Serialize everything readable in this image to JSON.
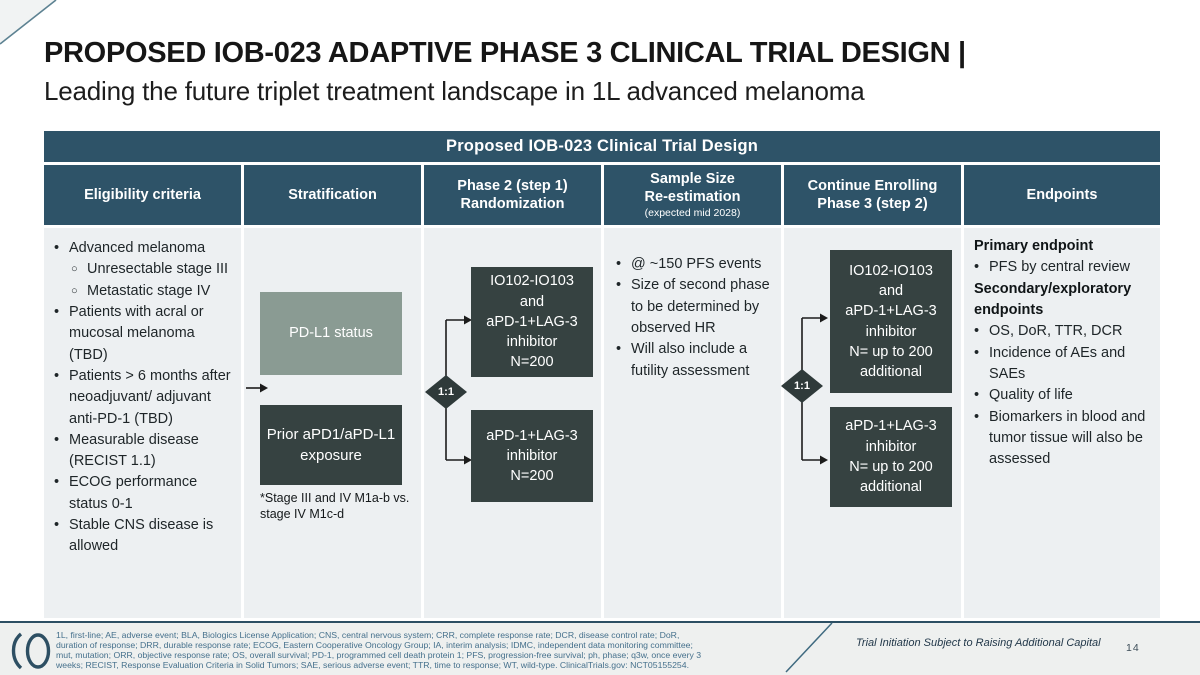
{
  "colors": {
    "teal_header": "#2e5368",
    "dark_box": "#364241",
    "sage_box": "#8a9b93",
    "cell_bg": "#edf0f2",
    "footer_bg": "#eef0ef",
    "accent_line": "#2c4f63",
    "footnote_text": "#45708c",
    "title_text": "#161616",
    "body_text": "#1e2528"
  },
  "icons": {
    "logo": "io-biotech-logo",
    "flow_arrow": "right-arrow-icon",
    "ratio_diamond": "randomization-diamond"
  },
  "header": {
    "title": "PROPOSED IOB-023 ADAPTIVE PHASE 3 CLINICAL TRIAL DESIGN |",
    "subtitle": "Leading the future triplet treatment landscape in 1L advanced melanoma"
  },
  "table": {
    "title": "Proposed IOB-023 Clinical Trial Design",
    "headers": {
      "eligibility": "Eligibility criteria",
      "stratification": "Stratification",
      "phase2": "Phase 2 (step 1)\nRandomization",
      "sample_size": "Sample Size\nRe-estimation",
      "sample_size_sub": "(expected mid 2028)",
      "phase3": "Continue Enrolling\nPhase 3 (step 2)",
      "endpoints": "Endpoints"
    },
    "eligibility_items": [
      "Advanced melanoma",
      "Unresectable stage III",
      "Metastatic stage IV",
      "Patients with acral or mucosal melanoma (TBD)",
      "Patients > 6 months after neoadjuvant/ adjuvant anti-PD-1 (TBD)",
      "Measurable disease (RECIST 1.1)",
      "ECOG performance status 0-1",
      "Stable CNS disease is allowed"
    ],
    "stratification": {
      "box1": "PD-L1 status",
      "box2": "Prior aPD1/aPD-L1 exposure",
      "footnote": "*Stage III and IV M1a-b vs. stage IV M1c-d"
    },
    "phase2": {
      "ratio": "1:1",
      "arm1": "IO102-IO103\nand\naPD-1+LAG-3\ninhibitor\nN=200",
      "arm2": "aPD-1+LAG-3\ninhibitor\nN=200"
    },
    "sample_size_items": [
      "@ ~150 PFS events",
      "Size of second phase to be determined by observed HR",
      "Will also include a futility assessment"
    ],
    "phase3": {
      "ratio": "1:1",
      "arm1": "IO102-IO103\nand\naPD-1+LAG-3\ninhibitor\nN= up to 200\nadditional",
      "arm2": "aPD-1+LAG-3\ninhibitor\nN= up to 200\nadditional"
    },
    "endpoints": {
      "primary_heading": "Primary endpoint",
      "primary_item": "PFS by central review",
      "secondary_heading": "Secondary/exploratory endpoints",
      "secondary_items": [
        "OS, DoR, TTR, DCR",
        "Incidence of AEs and SAEs",
        "Quality of life",
        "Biomarkers in blood and tumor tissue will also be assessed"
      ]
    }
  },
  "footer": {
    "abbreviations": "1L, first-line; AE, adverse event; BLA, Biologics License Application; CNS, central nervous system; CRR, complete response rate; DCR, disease control rate; DoR,\nduration of response; DRR, durable response rate; ECOG, Eastern Cooperative Oncology Group; IA, interim analysis; IDMC, independent data monitoring committee;\nmut, mutation; ORR, objective response rate; OS, overall survival; PD-1, programmed cell death protein 1; PFS, progression-free survival; ph, phase; q3w, once every 3\nweeks; RECIST, Response Evaluation Criteria in Solid Tumors; SAE, serious adverse event; TTR, time to response; WT, wild-type. ClinicalTrials.gov: NCT05155254.",
    "note": "Trial Initiation Subject to Raising Additional Capital",
    "page_number": "14"
  }
}
